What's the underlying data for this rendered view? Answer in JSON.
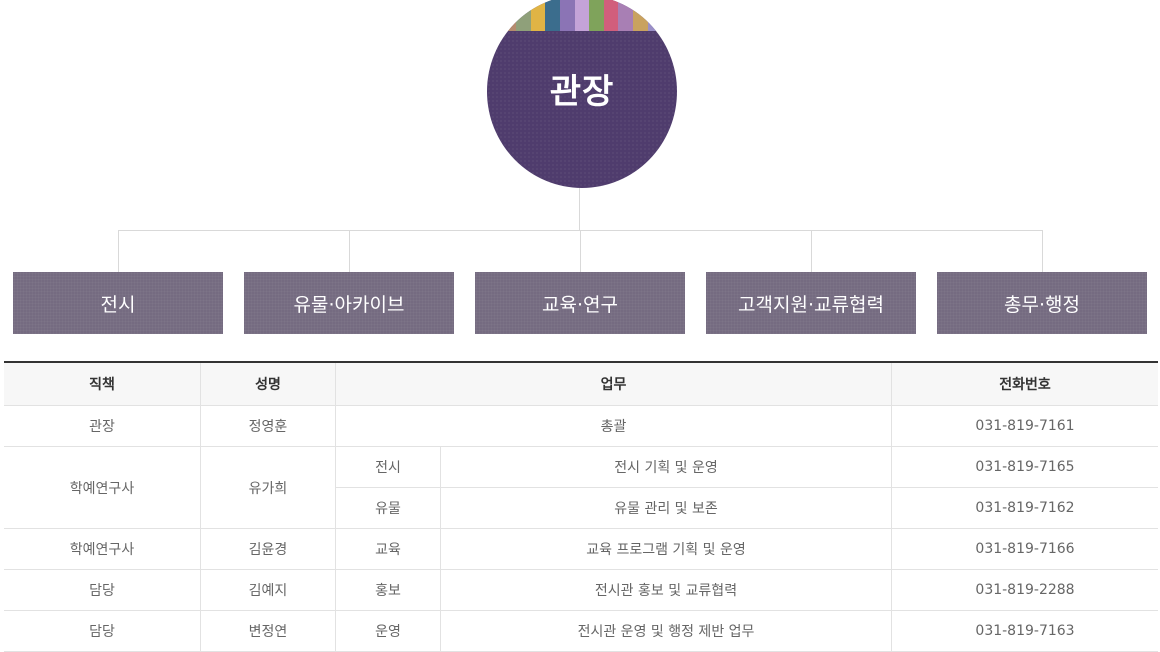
{
  "org_chart": {
    "director": "관장",
    "stripe_colors": [
      "#6a5a78",
      "#b58b6e",
      "#8fa07a",
      "#e0b445",
      "#3b6d8d",
      "#8b74b5",
      "#c4a3d8",
      "#7fa35b",
      "#d15e7c",
      "#a87fb4",
      "#c9a25f",
      "#9a8fc7",
      "#6ea89a"
    ],
    "departments": [
      "전시",
      "유물·아카이브",
      "교육·연구",
      "고객지원·교류협력",
      "총무·행정"
    ]
  },
  "table": {
    "headers": {
      "role": "직책",
      "name": "성명",
      "duty": "업무",
      "tel": "전화번호"
    },
    "rows": [
      {
        "role": "관장",
        "name": "정영훈",
        "duty": "총괄",
        "tel": "031-819-7161"
      },
      {
        "role": "학예연구사",
        "name": "유가희",
        "area": "전시",
        "duty": "전시 기획 및 운영",
        "tel": "031-819-7165"
      },
      {
        "area": "유물",
        "duty": "유물 관리 및 보존",
        "tel": "031-819-7162"
      },
      {
        "role": "학예연구사",
        "name": "김윤경",
        "area": "교육",
        "duty": "교육 프로그램 기획 및 운영",
        "tel": "031-819-7166"
      },
      {
        "role": "담당",
        "name": "김예지",
        "area": "홍보",
        "duty": "전시관 홍보 및 교류협력",
        "tel": "031-819-2288"
      },
      {
        "role": "담당",
        "name": "변정연",
        "area": "운영",
        "duty": "전시관 운영 및 행정 제반 업무",
        "tel": "031-819-7163"
      }
    ]
  }
}
